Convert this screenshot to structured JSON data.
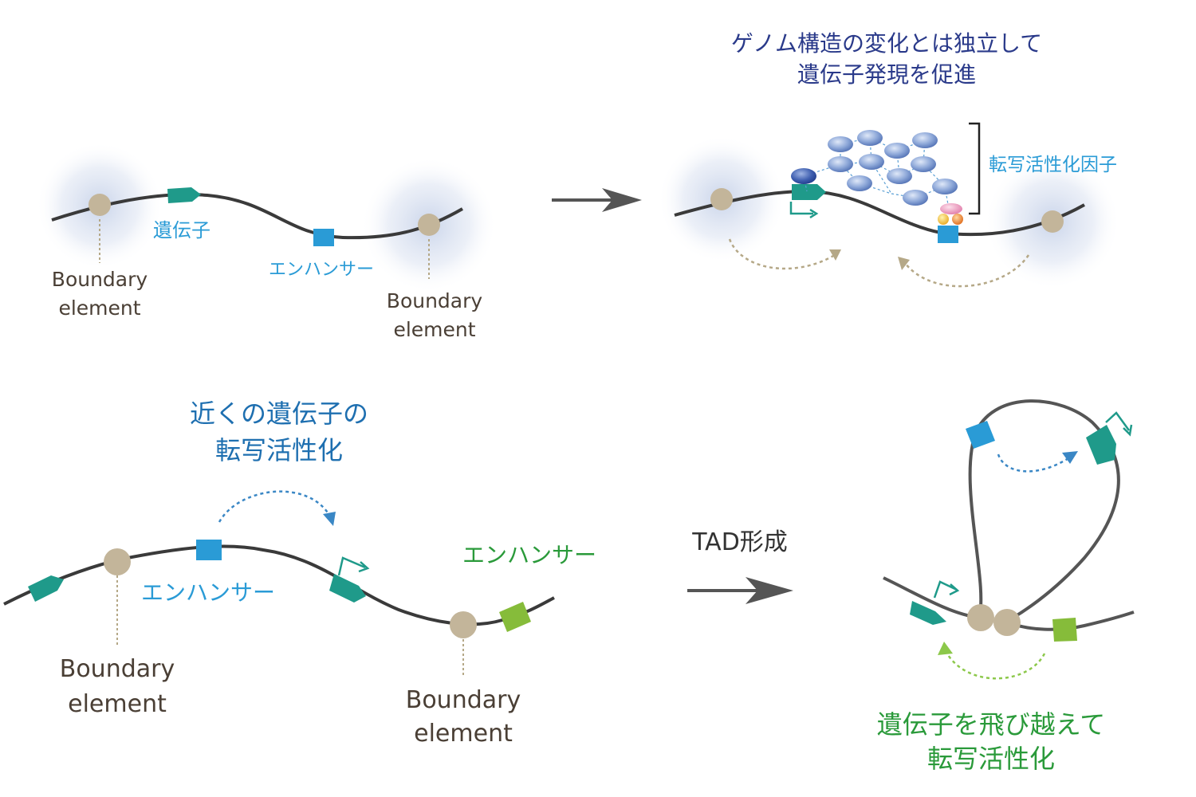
{
  "colors": {
    "strand": "#3a3a3a",
    "boundary": "#c3b59a",
    "gene": "#1f9a8a",
    "enhancer_blue": "#2a9bd6",
    "enhancer_green": "#86bc3a",
    "arrow_gray": "#555555",
    "dotted_beige": "#b5a887",
    "dotted_blue": "#3a87c5",
    "dotted_green": "#8cc84a",
    "label_brown": "#4a3f35",
    "title_navy": "#2a3a8a",
    "title_blue": "#1e6fb0",
    "title_green": "#2a9a3a",
    "activator_label": "#2a9bd6",
    "green_enhancer_label": "#2a9a3a",
    "tad_label": "#333333",
    "halo": "#c9d4ea",
    "protein_blue": "#8aa6d8"
  },
  "panel_a": {
    "gene_label": "遺伝子",
    "enhancer_label": "エンハンサー",
    "boundary_left": [
      "Boundary",
      "element"
    ],
    "boundary_right": [
      "Boundary",
      "element"
    ]
  },
  "panel_b": {
    "title": [
      "ゲノム構造の変化とは独立して",
      "遺伝子発現を促進"
    ],
    "activator_label": "転写活性化因子"
  },
  "panel_c": {
    "title": [
      "近くの遺伝子の",
      "転写活性化"
    ],
    "enhancer_blue_label": "エンハンサー",
    "enhancer_green_label": "エンハンサー",
    "boundary_left": [
      "Boundary",
      "element"
    ],
    "boundary_right": [
      "Boundary",
      "element"
    ]
  },
  "tad_label": "TAD形成",
  "panel_d": {
    "title": [
      "遺伝子を飛び越えて",
      "転写活性化"
    ]
  }
}
